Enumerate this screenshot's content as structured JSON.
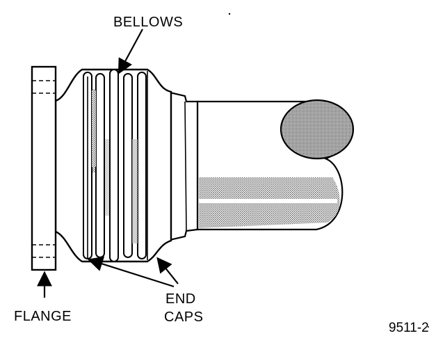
{
  "labels": {
    "bellows": "BELLOWS",
    "flange": "FLANGE",
    "end_caps_line1": "END",
    "end_caps_line2": "CAPS",
    "figure_code": "9511-2"
  },
  "colors": {
    "ink": "#000000",
    "shade": "#a8a8a8",
    "paper": "#ffffff"
  }
}
